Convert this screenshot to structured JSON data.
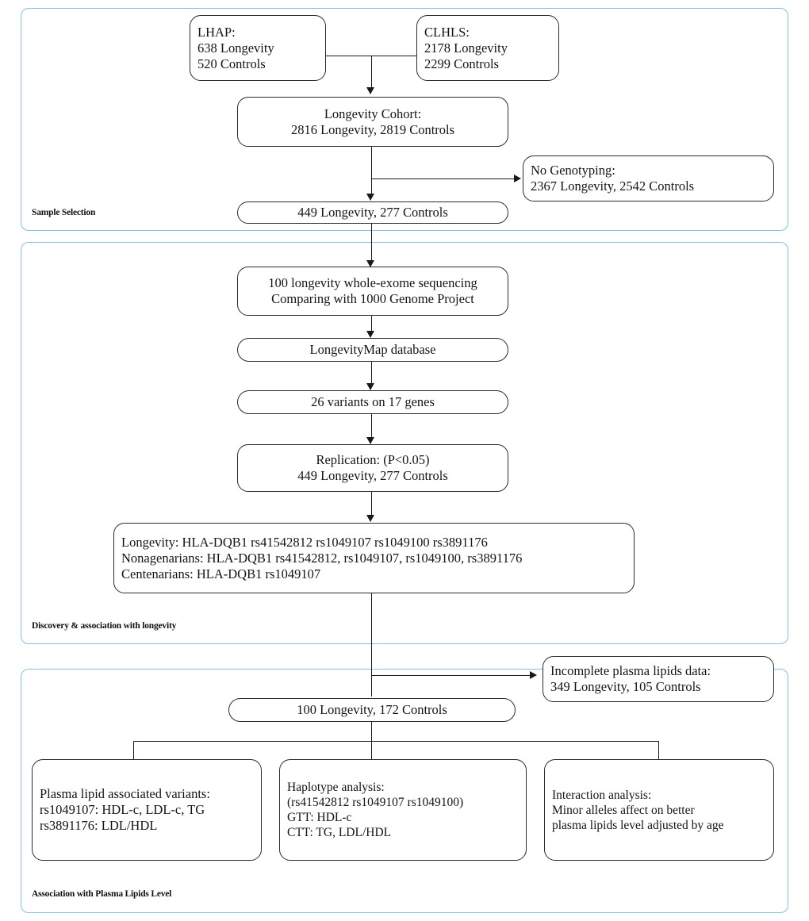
{
  "diagram": {
    "title": "Longevity study flowchart",
    "accent_border_color": "#7ec4de",
    "node_border_color": "#2b2b2b",
    "connector_color": "#1a1a1a"
  },
  "panels": [
    {
      "id": "sample-selection",
      "label": "Sample Selection"
    },
    {
      "id": "discovery",
      "label": "Discovery & association with longevity"
    },
    {
      "id": "plasma-lipids",
      "label": "Association with Plasma Lipids Level"
    }
  ],
  "nodes": {
    "lhap": {
      "lines": [
        "LHAP:",
        "638 Longevity",
        "520 Controls"
      ]
    },
    "clhls": {
      "lines": [
        "CLHLS:",
        "2178 Longevity",
        "2299 Controls"
      ]
    },
    "cohort": {
      "lines": [
        "Longevity Cohort:",
        "2816 Longevity, 2819 Controls"
      ]
    },
    "nogeno": {
      "lines": [
        "No Genotyping:",
        "2367 Longevity, 2542 Controls"
      ]
    },
    "selected": {
      "lines": [
        "449 Longevity, 277 Controls"
      ]
    },
    "wes": {
      "lines": [
        "100 longevity whole-exome sequencing",
        "Comparing with 1000 Genome Project"
      ]
    },
    "lmapdb": {
      "lines": [
        "LongevityMap database"
      ]
    },
    "variants": {
      "lines": [
        "26 variants on 17 genes"
      ]
    },
    "replication": {
      "lines": [
        "Replication: (P<0.05)",
        "449 Longevity, 277 Controls"
      ]
    },
    "results": {
      "lines": [
        "Longevity: HLA-DQB1 rs41542812 rs1049107 rs1049100 rs3891176",
        "Nonagenarians: HLA-DQB1 rs41542812, rs1049107, rs1049100, rs3891176",
        "Centenarians: HLA-DQB1 rs1049107"
      ]
    },
    "incomplete": {
      "lines": [
        "Incomplete plasma lipids data:",
        "349 Longevity, 105 Controls"
      ]
    },
    "lipidcohort": {
      "lines": [
        "100 Longevity, 172 Controls"
      ]
    },
    "plasmavar": {
      "lines": [
        "Plasma lipid associated variants:",
        "rs1049107: HDL-c, LDL-c, TG",
        "rs3891176: LDL/HDL"
      ]
    },
    "haplotype": {
      "lines": [
        "Haplotype analysis:",
        "(rs41542812 rs1049107 rs1049100)",
        "GTT: HDL-c",
        "CTT: TG, LDL/HDL"
      ]
    },
    "interaction": {
      "lines": [
        "Interaction analysis:",
        "Minor alleles affect on better",
        "plasma lipids level adjusted by age"
      ]
    }
  }
}
